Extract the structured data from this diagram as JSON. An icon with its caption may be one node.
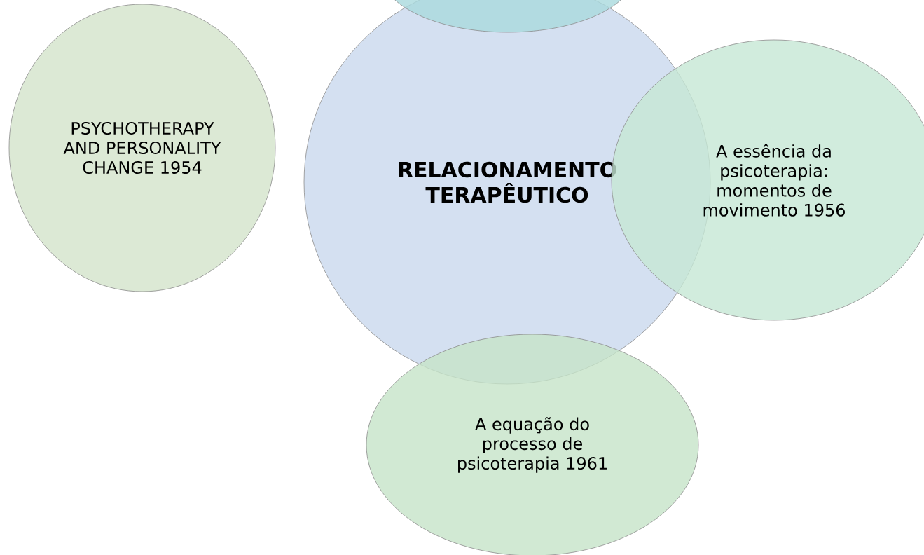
{
  "diagram": {
    "nodes": [
      {
        "text": [],
        "shape": "circle"
      },
      {
        "text": [
          "PSYCHOTHERAPY AND PERSONALITY CHANGE 1954"
        ]
      },
      {
        "text": [
          "RELACIONAMENTO TERAPÊUTICO"
        ]
      },
      {
        "text": [
          "A essência da psicoterapia: momentos de movimento 1956"
        ]
      },
      {
        "text": [
          "A equação do processo de psicoterapia 1961"
        ]
      }
    ]
  }
}
